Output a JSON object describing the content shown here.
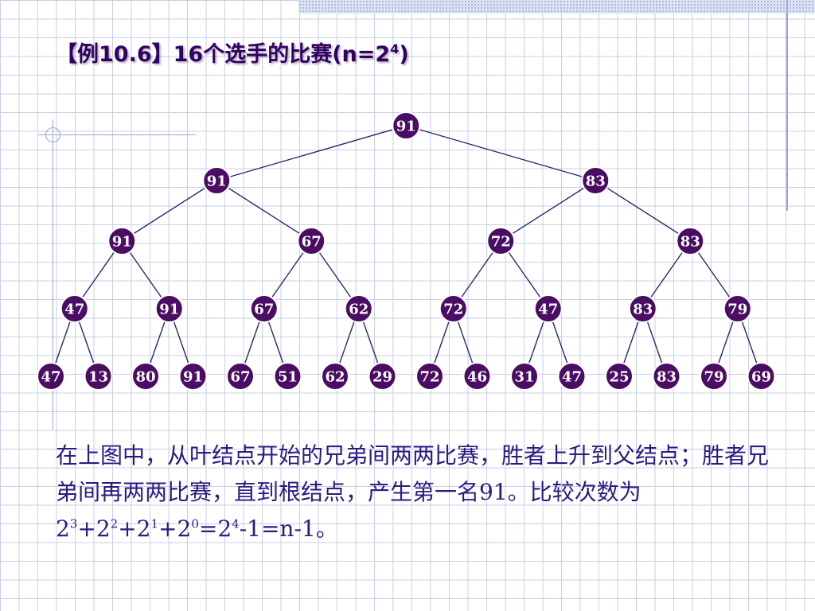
{
  "title": {
    "text": "【例10.6】16个选手的比赛(n=2",
    "sup": "4",
    "close": ")"
  },
  "tree": {
    "levels": [
      [
        "91"
      ],
      [
        "91",
        "83"
      ],
      [
        "91",
        "67",
        "72",
        "83"
      ],
      [
        "47",
        "91",
        "67",
        "62",
        "72",
        "47",
        "83",
        "79"
      ],
      [
        "47",
        "13",
        "80",
        "91",
        "67",
        "51",
        "62",
        "29",
        "72",
        "46",
        "31",
        "47",
        "25",
        "83",
        "79",
        "69"
      ]
    ]
  },
  "description": {
    "part1": "在上图中，从叶结点开始的兄弟间两两比赛，胜者上升到父结点；胜者兄弟间再两两比赛，直到根结点，产生第一名91。比较次数为　 2",
    "e1": "3",
    "t1": "+2",
    "e2": "2",
    "t2": "+2",
    "e3": "1",
    "t3": "+2",
    "e4": "0",
    "t4": "=2",
    "e5": "4",
    "t5": "-1=n-1。"
  },
  "colors": {
    "node_fill": "#4a0d63",
    "edge": "#2a2a6a",
    "title": "#330066",
    "body_text": "#2e1a80",
    "grid": "#c9cfe6"
  }
}
